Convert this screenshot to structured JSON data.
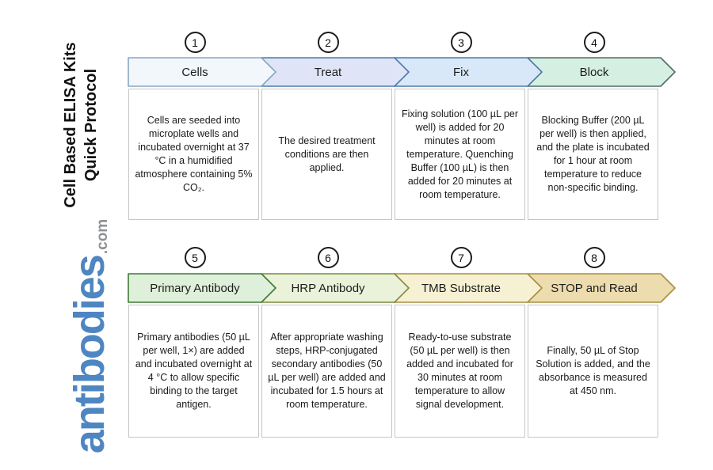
{
  "sidebar": {
    "title_line1": "Cell Based ELISA Kits",
    "title_line2": "Quick Protocol",
    "logo": {
      "text": "antibodies",
      "suffix": ".com",
      "color": "#4e86c1",
      "suffix_color": "#8f9194"
    }
  },
  "steps": [
    {
      "number": "1",
      "label": "Cells",
      "fill": "#f1f7fb",
      "stroke": "#8aa6c4",
      "description": "Cells are seeded into microplate wells and incubated overnight at 37 °C in a humidified atmosphere containing 5% CO₂."
    },
    {
      "number": "2",
      "label": "Treat",
      "fill": "#dfe5f7",
      "stroke": "#4e79a9",
      "description": "The desired treatment conditions are then applied."
    },
    {
      "number": "3",
      "label": "Fix",
      "fill": "#d9e8f8",
      "stroke": "#4e79a9",
      "description": "Fixing solution (100 µL per well) is added for 20 minutes at room temperature. Quenching Buffer (100 µL) is then added for 20 minutes at room temperature."
    },
    {
      "number": "4",
      "label": "Block",
      "fill": "#d6efe3",
      "stroke": "#4f6f68",
      "description": "Blocking Buffer (200 µL per well) is then applied, and the plate is incubated for 1 hour at room temperature to reduce non-specific binding."
    },
    {
      "number": "5",
      "label": "Primary Antibody",
      "fill": "#def0d9",
      "stroke": "#3f7a35",
      "description": "Primary antibodies (50 µL per well, 1×) are added and incubated overnight at 4 °C to allow specific binding to the target antigen."
    },
    {
      "number": "6",
      "label": "HRP Antibody",
      "fill": "#eaf2da",
      "stroke": "#7c8a3c",
      "description": "After appropriate washing steps, HRP-conjugated secondary antibodies (50 µL per well) are added and incubated for 1.5 hours at room temperature."
    },
    {
      "number": "7",
      "label": "TMB Substrate",
      "fill": "#f6f1d3",
      "stroke": "#a98d3f",
      "description": "Ready-to-use substrate (50 µL per well) is then added and incubated for 30 minutes at room temperature to allow signal development."
    },
    {
      "number": "8",
      "label": "STOP and Read",
      "fill": "#ecdcae",
      "stroke": "#a98d3f",
      "description": "Finally, 50 µL of Stop Solution is added, and the absorbance is measured at 450 nm."
    }
  ]
}
